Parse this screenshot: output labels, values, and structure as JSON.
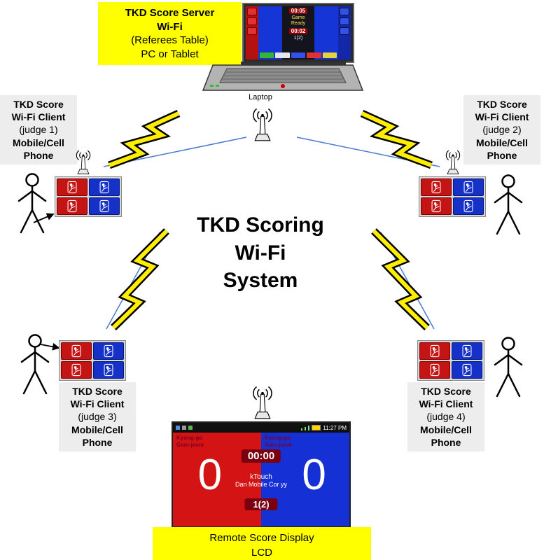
{
  "title": {
    "l1": "TKD Scoring",
    "l2": "Wi-Fi",
    "l3": "System"
  },
  "server_box": {
    "l1": "TKD Score Server",
    "l2": "Wi-Fi",
    "l3": "(Referees Table)",
    "l4": "PC or Tablet"
  },
  "laptop": {
    "caption": "Laptop",
    "screen": {
      "timer_top": "00:05",
      "status_l1": "Game",
      "status_l2": "Ready",
      "timer_mid": "00:02",
      "round": "1(2)"
    }
  },
  "judges": [
    {
      "l1": "TKD Score",
      "l2": "Wi-Fi Client",
      "l3": "(judge 1)",
      "l4": "Mobile/Cell",
      "l5": "Phone"
    },
    {
      "l1": "TKD Score",
      "l2": "Wi-Fi Client",
      "l3": "(judge 2)",
      "l4": "Mobile/Cell",
      "l5": "Phone"
    },
    {
      "l1": "TKD Score",
      "l2": "Wi-Fi Client",
      "l3": "(judge 3)",
      "l4": "Mobile/Cell",
      "l5": "Phone"
    },
    {
      "l1": "TKD Score",
      "l2": "Wi-Fi Client",
      "l3": "(judge 4)",
      "l4": "Mobile/Cell",
      "l5": "Phone"
    }
  ],
  "remote_display": {
    "status_time": "11:27 PM",
    "red_warning_1": "Kyong-go",
    "red_warning_2": "Gam-jeom",
    "blue_warning_1": "Kyong-go",
    "blue_warning_2": "Gam-jeom",
    "timer": "00:00",
    "red_score": "0",
    "blue_score": "0",
    "app_name": "kTouch",
    "app_subtitle": "Dan Mobile Cor yy",
    "round": "1(2)"
  },
  "remote_label": {
    "l1": "Remote Score Display",
    "l2": "LCD"
  },
  "colors": {
    "highlight_yellow": "#ffff00",
    "red_side": "#d41414",
    "blue_side": "#1531d6",
    "bolt_yellow": "#ffee00",
    "battery_yellow": "#ffd400"
  }
}
